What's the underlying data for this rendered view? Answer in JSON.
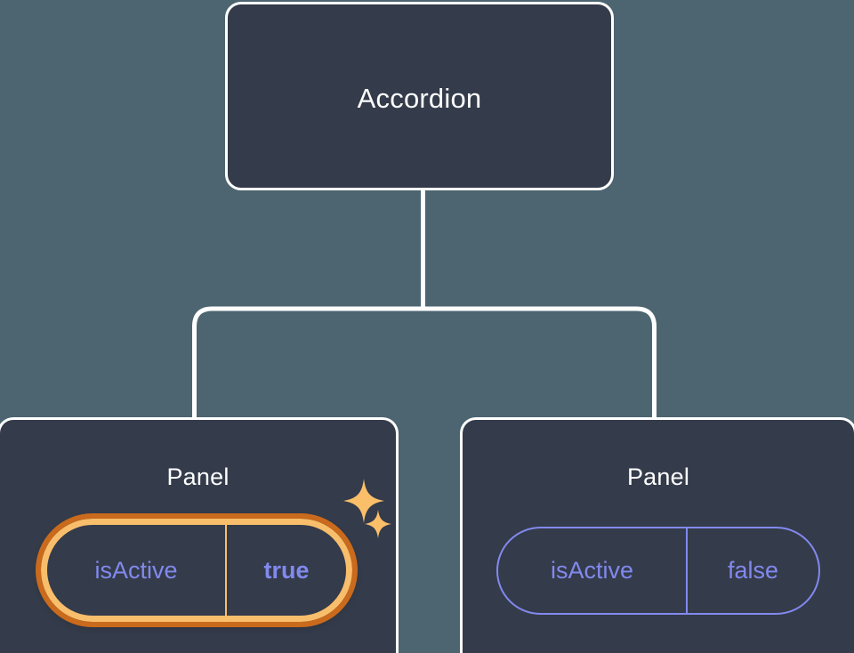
{
  "diagram": {
    "type": "component-tree",
    "background_color": "#4C6570",
    "node_fill_color": "#343B4A",
    "node_border_color": "#FFFFFF",
    "connector_color": "#FFFFFF",
    "accent_prop_color": "#8289EE",
    "highlight_ring_outer_color": "#C96A1C",
    "highlight_ring_inner_color": "#F9BE6B",
    "sparkle_color": "#FBBF6A",
    "root": {
      "title": "Accordion"
    },
    "children": [
      {
        "title": "Panel",
        "prop": {
          "key": "isActive",
          "value": "true"
        },
        "highlighted": true,
        "sparkles": [
          "sparkle-large",
          "sparkle-small"
        ]
      },
      {
        "title": "Panel",
        "prop": {
          "key": "isActive",
          "value": "false"
        },
        "highlighted": false,
        "sparkles": []
      }
    ]
  }
}
